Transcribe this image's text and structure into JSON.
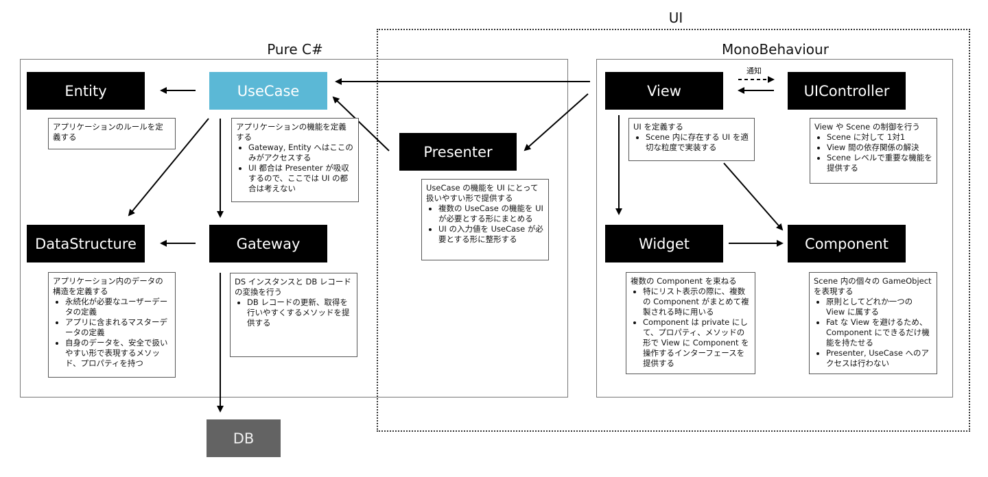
{
  "groups": {
    "ui": "UI",
    "pure_csharp": "Pure C#",
    "monobehaviour": "MonoBehaviour"
  },
  "nodes": {
    "entity": "Entity",
    "usecase": "UseCase",
    "presenter": "Presenter",
    "datastructure": "DataStructure",
    "gateway": "Gateway",
    "db": "DB",
    "view": "View",
    "uicontroller": "UIController",
    "widget": "Widget",
    "component": "Component"
  },
  "colors": {
    "usecase": "#5bb8d6",
    "node": "#000000",
    "db": "#636363"
  },
  "edge_labels": {
    "notify": "通知"
  },
  "notes": {
    "entity": {
      "text": "アプリケーションのルールを定義する",
      "bullets": []
    },
    "usecase": {
      "text": "アプリケーションの機能を定義する",
      "bullets": [
        "Gateway, Entity へはここのみがアクセスする",
        "UI 都合は Presenter が吸収するので、ここでは UI の都合は考えない"
      ]
    },
    "presenter": {
      "text": "UseCase の機能を UI にとって扱いやすい形で提供する",
      "bullets": [
        "複数の UseCase の機能を UI が必要とする形にまとめる",
        "UI の入力値を UseCase が必要とする形に整形する"
      ]
    },
    "datastructure": {
      "text": "アプリケーション内のデータの構造を定義する",
      "bullets": [
        "永続化が必要なユーザーデータの定義",
        "アプリに含まれるマスターデータの定義",
        "自身のデータを、安全で扱いやすい形で表現するメソッド、プロパティを持つ"
      ]
    },
    "gateway": {
      "text": "DS インスタンスと DB レコードの変換を行う",
      "bullets": [
        "DB レコードの更新、取得を行いやすくするメソッドを提供する"
      ]
    },
    "view": {
      "text": "UI を定義する",
      "bullets": [
        "Scene 内に存在する UI を適切な粒度で実装する"
      ]
    },
    "uicontroller": {
      "text": "View や Scene の制御を行う",
      "bullets": [
        "Scene に対して 1対1",
        "View 間の依存関係の解決",
        "Scene レベルで重要な機能を提供する"
      ]
    },
    "widget": {
      "text": "複数の Component を束ねる",
      "bullets": [
        "特にリスト表示の際に、複数の Component がまとめて複製される時に用いる",
        "Component は private にして、プロパティ、メソッドの形で View に Component を操作するインターフェースを提供する"
      ]
    },
    "component": {
      "text": "Scene 内の個々の GameObject を表現する",
      "bullets": [
        "原則としてどれか一つの View に属する",
        "Fat な View を避けるため、Component にできるだけ機能を持たせる",
        "Presenter, UseCase へのアクセスは行わない"
      ]
    }
  }
}
